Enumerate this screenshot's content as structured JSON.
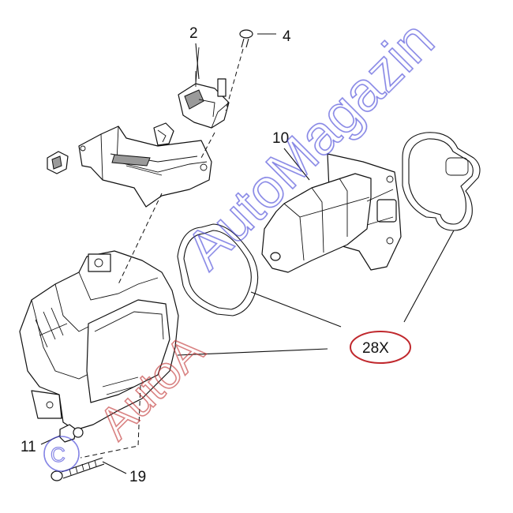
{
  "callouts": {
    "c2": "2",
    "c4": "4",
    "c10": "10",
    "c11": "11",
    "c19": "19",
    "c28": "28X"
  },
  "highlight_color": "#c0282d",
  "watermark": {
    "text_blue": "AutoMagazin",
    "text_red": "AutoA",
    "symbol": "©",
    "color_blue": "#4a4ad8",
    "color_red": "#c23a3a"
  }
}
